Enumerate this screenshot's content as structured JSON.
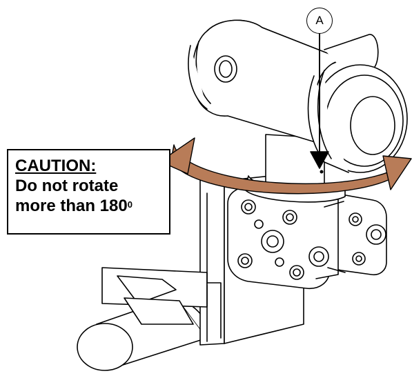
{
  "callout": {
    "label": "A"
  },
  "caution": {
    "title": "CAUTION:",
    "line1": "Do not rotate",
    "line2": "more than 180",
    "degree": "0"
  },
  "colors": {
    "rotation_arrow": "#b87c58",
    "outline": "#000000"
  }
}
